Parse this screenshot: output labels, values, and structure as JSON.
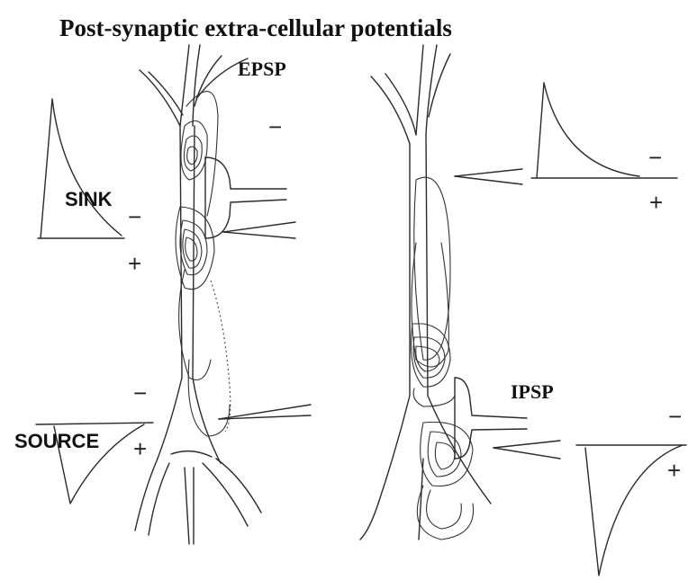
{
  "title": "Post-synaptic extra-cellular potentials",
  "labels": {
    "epsp": "EPSP",
    "ipsp": "IPSP",
    "sink": "SINK",
    "source": "SOURCE"
  },
  "signs": {
    "minus": "−",
    "plus": "+"
  }
}
